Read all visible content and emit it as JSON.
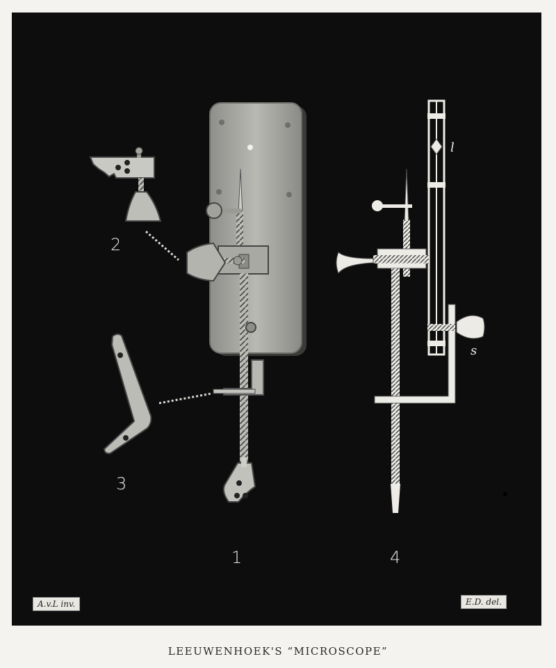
{
  "figure_numbers": {
    "fig1": "1",
    "fig2": "2",
    "fig3": "3",
    "fig4": "4"
  },
  "letters": {
    "l": "l",
    "s": "s"
  },
  "tags": {
    "left": "A.v.L inv.",
    "right": "E.D. del."
  },
  "caption": "LEEUWENHOEK'S “MICROSCOPE”"
}
